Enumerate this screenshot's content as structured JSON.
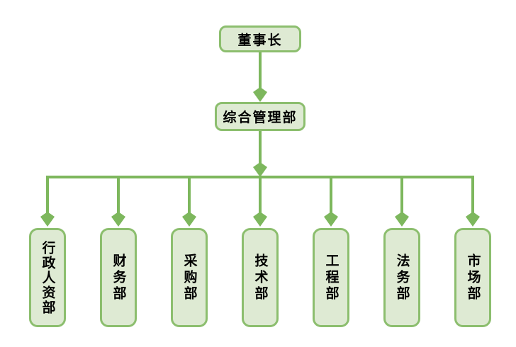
{
  "diagram": {
    "type": "org-chart",
    "background": "#FFFFFF",
    "colors": {
      "node_fill": "#DEEAD3",
      "node_border": "#8CBE6E",
      "connector": "#7DB75D",
      "text": "#000000"
    },
    "root": {
      "id": "chairman",
      "label": "董事长"
    },
    "middle": {
      "id": "general-management",
      "label": "综合管理部"
    },
    "departments": [
      {
        "id": "admin-hr",
        "label": "行政人资部"
      },
      {
        "id": "finance",
        "label": "财务部"
      },
      {
        "id": "procurement",
        "label": "采购部"
      },
      {
        "id": "technology",
        "label": "技术部"
      },
      {
        "id": "engineering",
        "label": "工程部"
      },
      {
        "id": "legal",
        "label": "法务部"
      },
      {
        "id": "marketing",
        "label": "市场部"
      }
    ],
    "edges": [
      {
        "from": "chairman",
        "to": "general-management",
        "arrow": "down"
      },
      {
        "from": "general-management",
        "to": "departments-rail",
        "arrow": "down"
      },
      {
        "from": "departments-rail",
        "to": "each-department",
        "arrow": "down"
      }
    ]
  }
}
